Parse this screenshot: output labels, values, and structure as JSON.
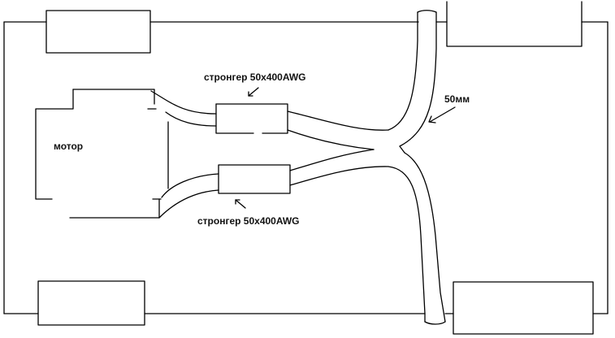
{
  "labels": {
    "motor": "мотор",
    "stronger_top": "стронгер 50x400AWG",
    "stronger_bottom": "стронгер 50x400AWG",
    "cable_size": "50мм"
  },
  "colors": {
    "line": "#000000",
    "background": "#ffffff"
  }
}
